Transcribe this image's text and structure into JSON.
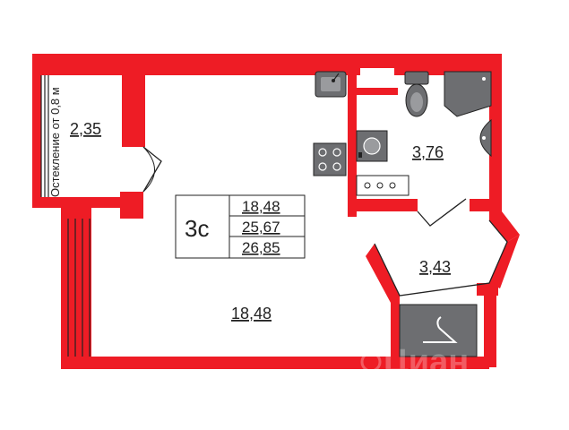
{
  "plan": {
    "balcony_note": "Остекление от 0,8 м",
    "rooms": {
      "balcony_area": "2,35",
      "main_area": "18,48",
      "bathroom_area": "3,76",
      "hall_area": "3,43"
    },
    "summary": {
      "type": "3с",
      "living": "18,48",
      "total": "25,67",
      "total_with_balcony": "26,85"
    },
    "watermark": "Циан",
    "colors": {
      "wall": "#ee1c25",
      "fixture": "#6d6e71",
      "line": "#222222"
    }
  }
}
